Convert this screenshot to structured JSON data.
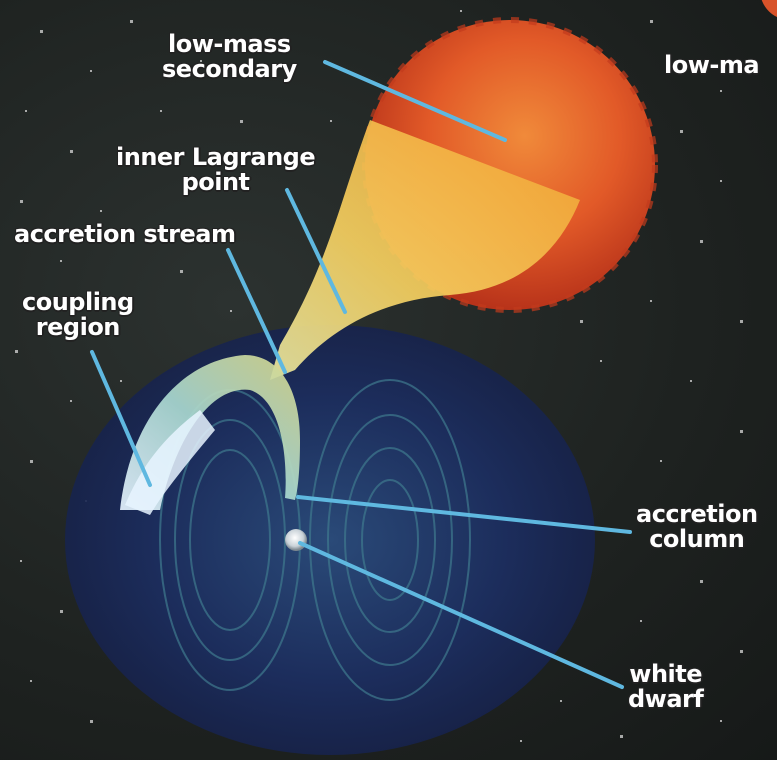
{
  "labels": {
    "low_mass_secondary": [
      "low-mass",
      "secondary"
    ],
    "low_mass_edge": "low-ma",
    "inner_lagrange_point": [
      "inner Lagrange",
      "point"
    ],
    "accretion_stream": "accretion stream",
    "coupling_region": [
      "coupling",
      "region"
    ],
    "accretion_column": [
      "accretion",
      "column"
    ],
    "white_dwarf": [
      "white",
      "dwarf"
    ]
  },
  "colors": {
    "leader_line": "#5fb8e0",
    "secondary_star": "#e85a2a",
    "magnetosphere": "#1a2a55",
    "background": "#1f2322"
  }
}
